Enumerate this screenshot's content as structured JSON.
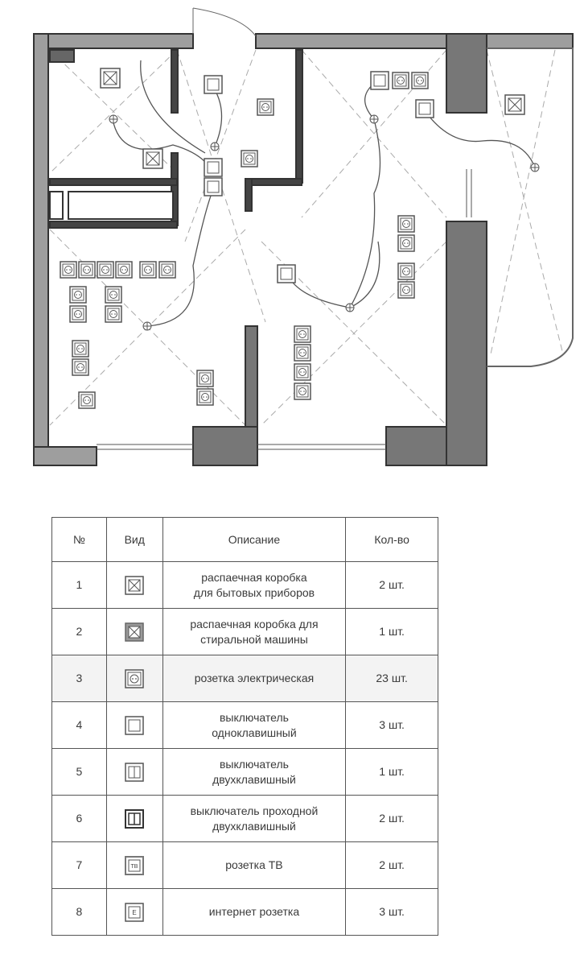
{
  "legend": {
    "headers": [
      "№",
      "Вид",
      "Описание",
      "Кол-во"
    ],
    "rows": [
      {
        "num": "1",
        "icon": "junction-box-icon",
        "desc": [
          "распаечная коробка",
          "для бытовых приборов"
        ],
        "qty": "2 шт."
      },
      {
        "num": "2",
        "icon": "washer-junction-box-icon",
        "desc": [
          "распаечная коробка для",
          "стиральной машины"
        ],
        "qty": "1 шт."
      },
      {
        "num": "3",
        "icon": "power-socket-icon",
        "desc": [
          "розетка электрическая",
          ""
        ],
        "qty": "23 шт."
      },
      {
        "num": "4",
        "icon": "single-switch-icon",
        "desc": [
          "выключатель",
          "одноклавишный"
        ],
        "qty": "3 шт."
      },
      {
        "num": "5",
        "icon": "double-switch-icon",
        "desc": [
          "выключатель",
          "двухклавишный"
        ],
        "qty": "1 шт."
      },
      {
        "num": "6",
        "icon": "passthrough-double-switch-icon",
        "desc": [
          "выключатель проходной",
          "двухклавишный"
        ],
        "qty": "2 шт."
      },
      {
        "num": "7",
        "icon": "tv-socket-icon",
        "desc": [
          "розетка ТВ",
          ""
        ],
        "qty": "2 шт."
      },
      {
        "num": "8",
        "icon": "internet-socket-icon",
        "desc": [
          "интернет розетка",
          ""
        ],
        "qty": "3 шт."
      }
    ],
    "icon_labels": {
      "tv": "ТВ",
      "internet": "E"
    }
  },
  "colors": {
    "wall": "#9a9a9a",
    "line": "#444444",
    "dash": "#aaaaaa"
  }
}
